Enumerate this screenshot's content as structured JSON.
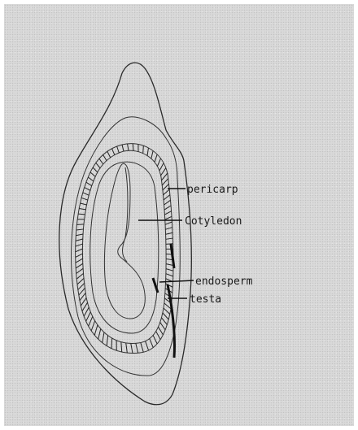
{
  "labels": {
    "pericarp": "pericarp",
    "cotyledon": "Cotyledon",
    "endosperm": "endosperm",
    "testa": "testa"
  },
  "colors": {
    "background": "#d9d9d9",
    "ink": "#1a1a1a"
  }
}
